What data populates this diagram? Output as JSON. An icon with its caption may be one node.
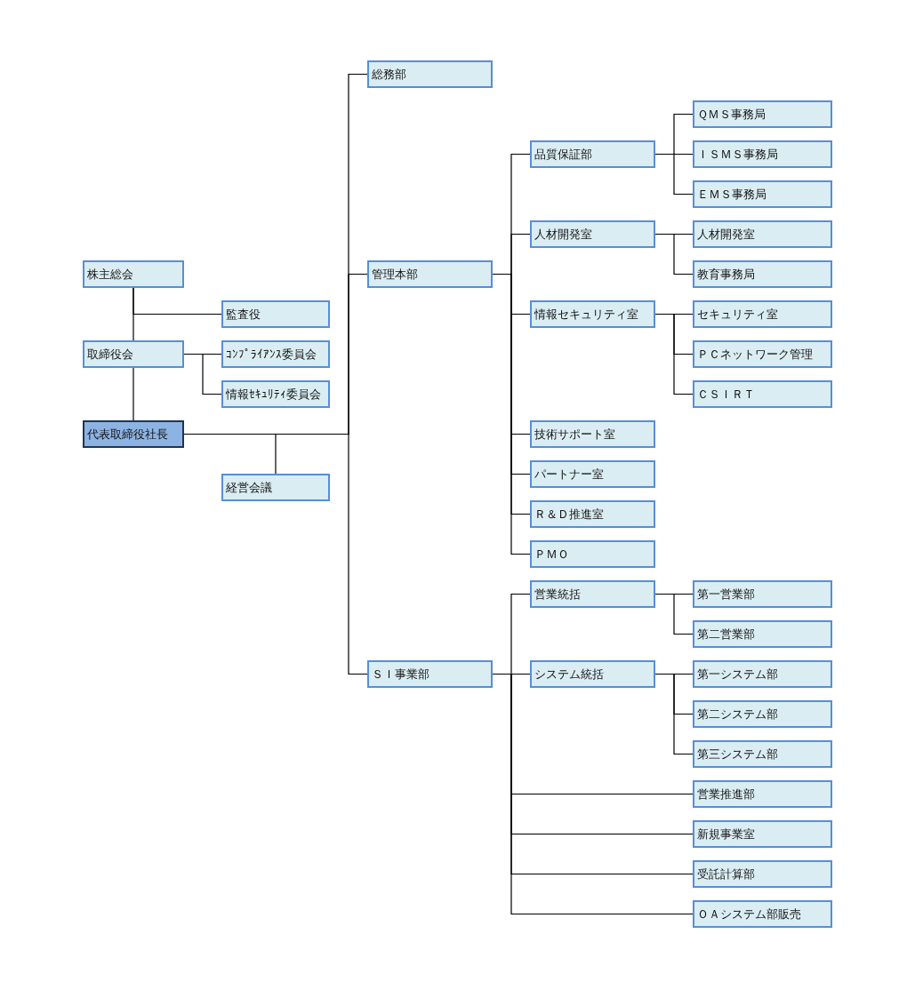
{
  "diagram": {
    "nodes": [
      {
        "text": [
          "株主総会"
        ]
      },
      {
        "text": [
          "監査役"
        ]
      },
      {
        "text": [
          "取締役会"
        ]
      },
      {
        "text": [
          "ｺﾝﾌﾟﾗｲｱﾝｽ委員会"
        ]
      },
      {
        "text": [
          "情報ｾｷｭﾘﾃｨ委員会"
        ]
      },
      {
        "text": [
          "代表取締役社長"
        ]
      },
      {
        "text": [
          "経営会議"
        ]
      },
      {
        "text": [
          "総務部"
        ]
      },
      {
        "text": [
          "管理本部"
        ]
      },
      {
        "text": [
          "ＳＩ事業部"
        ]
      },
      {
        "text": [
          "品質保証部"
        ]
      },
      {
        "text": [
          "ＱＭＳ事務局"
        ]
      },
      {
        "text": [
          "ＩＳＭＳ事務局"
        ]
      },
      {
        "text": [
          "ＥＭＳ事務局"
        ]
      },
      {
        "text": [
          "人材開発室"
        ]
      },
      {
        "text": [
          "人材開発室"
        ]
      },
      {
        "text": [
          "教育事務局"
        ]
      },
      {
        "text": [
          "情報セキュリティ室"
        ]
      },
      {
        "text": [
          "セキュリティ室"
        ]
      },
      {
        "text": [
          "ＰＣネットワーク管理"
        ]
      },
      {
        "text": [
          "ＣＳＩＲＴ"
        ]
      },
      {
        "text": [
          "技術サポート室"
        ]
      },
      {
        "text": [
          "パートナー室"
        ]
      },
      {
        "text": [
          "Ｒ＆Ｄ推進室"
        ]
      },
      {
        "text": [
          "ＰＭＯ"
        ]
      },
      {
        "text": [
          "営業統括"
        ]
      },
      {
        "text": [
          "第一営業部"
        ]
      },
      {
        "text": [
          "第二営業部"
        ]
      },
      {
        "text": [
          "システム統括"
        ]
      },
      {
        "text": [
          "第一システム部"
        ]
      },
      {
        "text": [
          "第二システム部"
        ]
      },
      {
        "text": [
          "第三システム部"
        ]
      },
      {
        "text": [
          "営業推進部"
        ]
      },
      {
        "text": [
          "新規事業室"
        ]
      },
      {
        "text": [
          "受託計算部"
        ]
      },
      {
        "text": [
          "ＯＡシステム部販売"
        ]
      }
    ],
    "edges": [
      {
        "from": 0,
        "to": 2,
        "arrow": "none"
      },
      {
        "from": 0,
        "to": 1,
        "arrow": "none"
      },
      {
        "from": 2,
        "to": 5,
        "arrow": "none"
      },
      {
        "from": 2,
        "to": 3,
        "arrow": "none"
      },
      {
        "from": 2,
        "to": 4,
        "arrow": "none"
      },
      {
        "from": 5,
        "to": 6,
        "arrow": "none"
      },
      {
        "from": 5,
        "to": 7,
        "arrow": "none"
      },
      {
        "from": 5,
        "to": 8,
        "arrow": "none"
      },
      {
        "from": 5,
        "to": 9,
        "arrow": "none"
      },
      {
        "from": 8,
        "to": 10,
        "arrow": "none"
      },
      {
        "from": 8,
        "to": 14,
        "arrow": "none"
      },
      {
        "from": 8,
        "to": 17,
        "arrow": "none"
      },
      {
        "from": 8,
        "to": 21,
        "arrow": "none"
      },
      {
        "from": 8,
        "to": 22,
        "arrow": "none"
      },
      {
        "from": 8,
        "to": 23,
        "arrow": "none"
      },
      {
        "from": 8,
        "to": 24,
        "arrow": "none"
      },
      {
        "from": 10,
        "to": 11,
        "arrow": "none"
      },
      {
        "from": 10,
        "to": 12,
        "arrow": "none"
      },
      {
        "from": 10,
        "to": 13,
        "arrow": "none"
      },
      {
        "from": 14,
        "to": 15,
        "arrow": "none"
      },
      {
        "from": 14,
        "to": 16,
        "arrow": "none"
      },
      {
        "from": 17,
        "to": 18,
        "arrow": "none"
      },
      {
        "from": 17,
        "to": 19,
        "arrow": "none"
      },
      {
        "from": 17,
        "to": 20,
        "arrow": "none"
      },
      {
        "from": 9,
        "to": 25,
        "arrow": "none"
      },
      {
        "from": 9,
        "to": 28,
        "arrow": "none"
      },
      {
        "from": 9,
        "to": 32,
        "arrow": "none"
      },
      {
        "from": 9,
        "to": 33,
        "arrow": "none"
      },
      {
        "from": 9,
        "to": 34,
        "arrow": "none"
      },
      {
        "from": 9,
        "to": 35,
        "arrow": "none"
      },
      {
        "from": 25,
        "to": 26,
        "arrow": "none"
      },
      {
        "from": 25,
        "to": 27,
        "arrow": "none"
      },
      {
        "from": 28,
        "to": 29,
        "arrow": "none"
      },
      {
        "from": 28,
        "to": 30,
        "arrow": "none"
      },
      {
        "from": 28,
        "to": 31,
        "arrow": "none"
      }
    ]
  }
}
